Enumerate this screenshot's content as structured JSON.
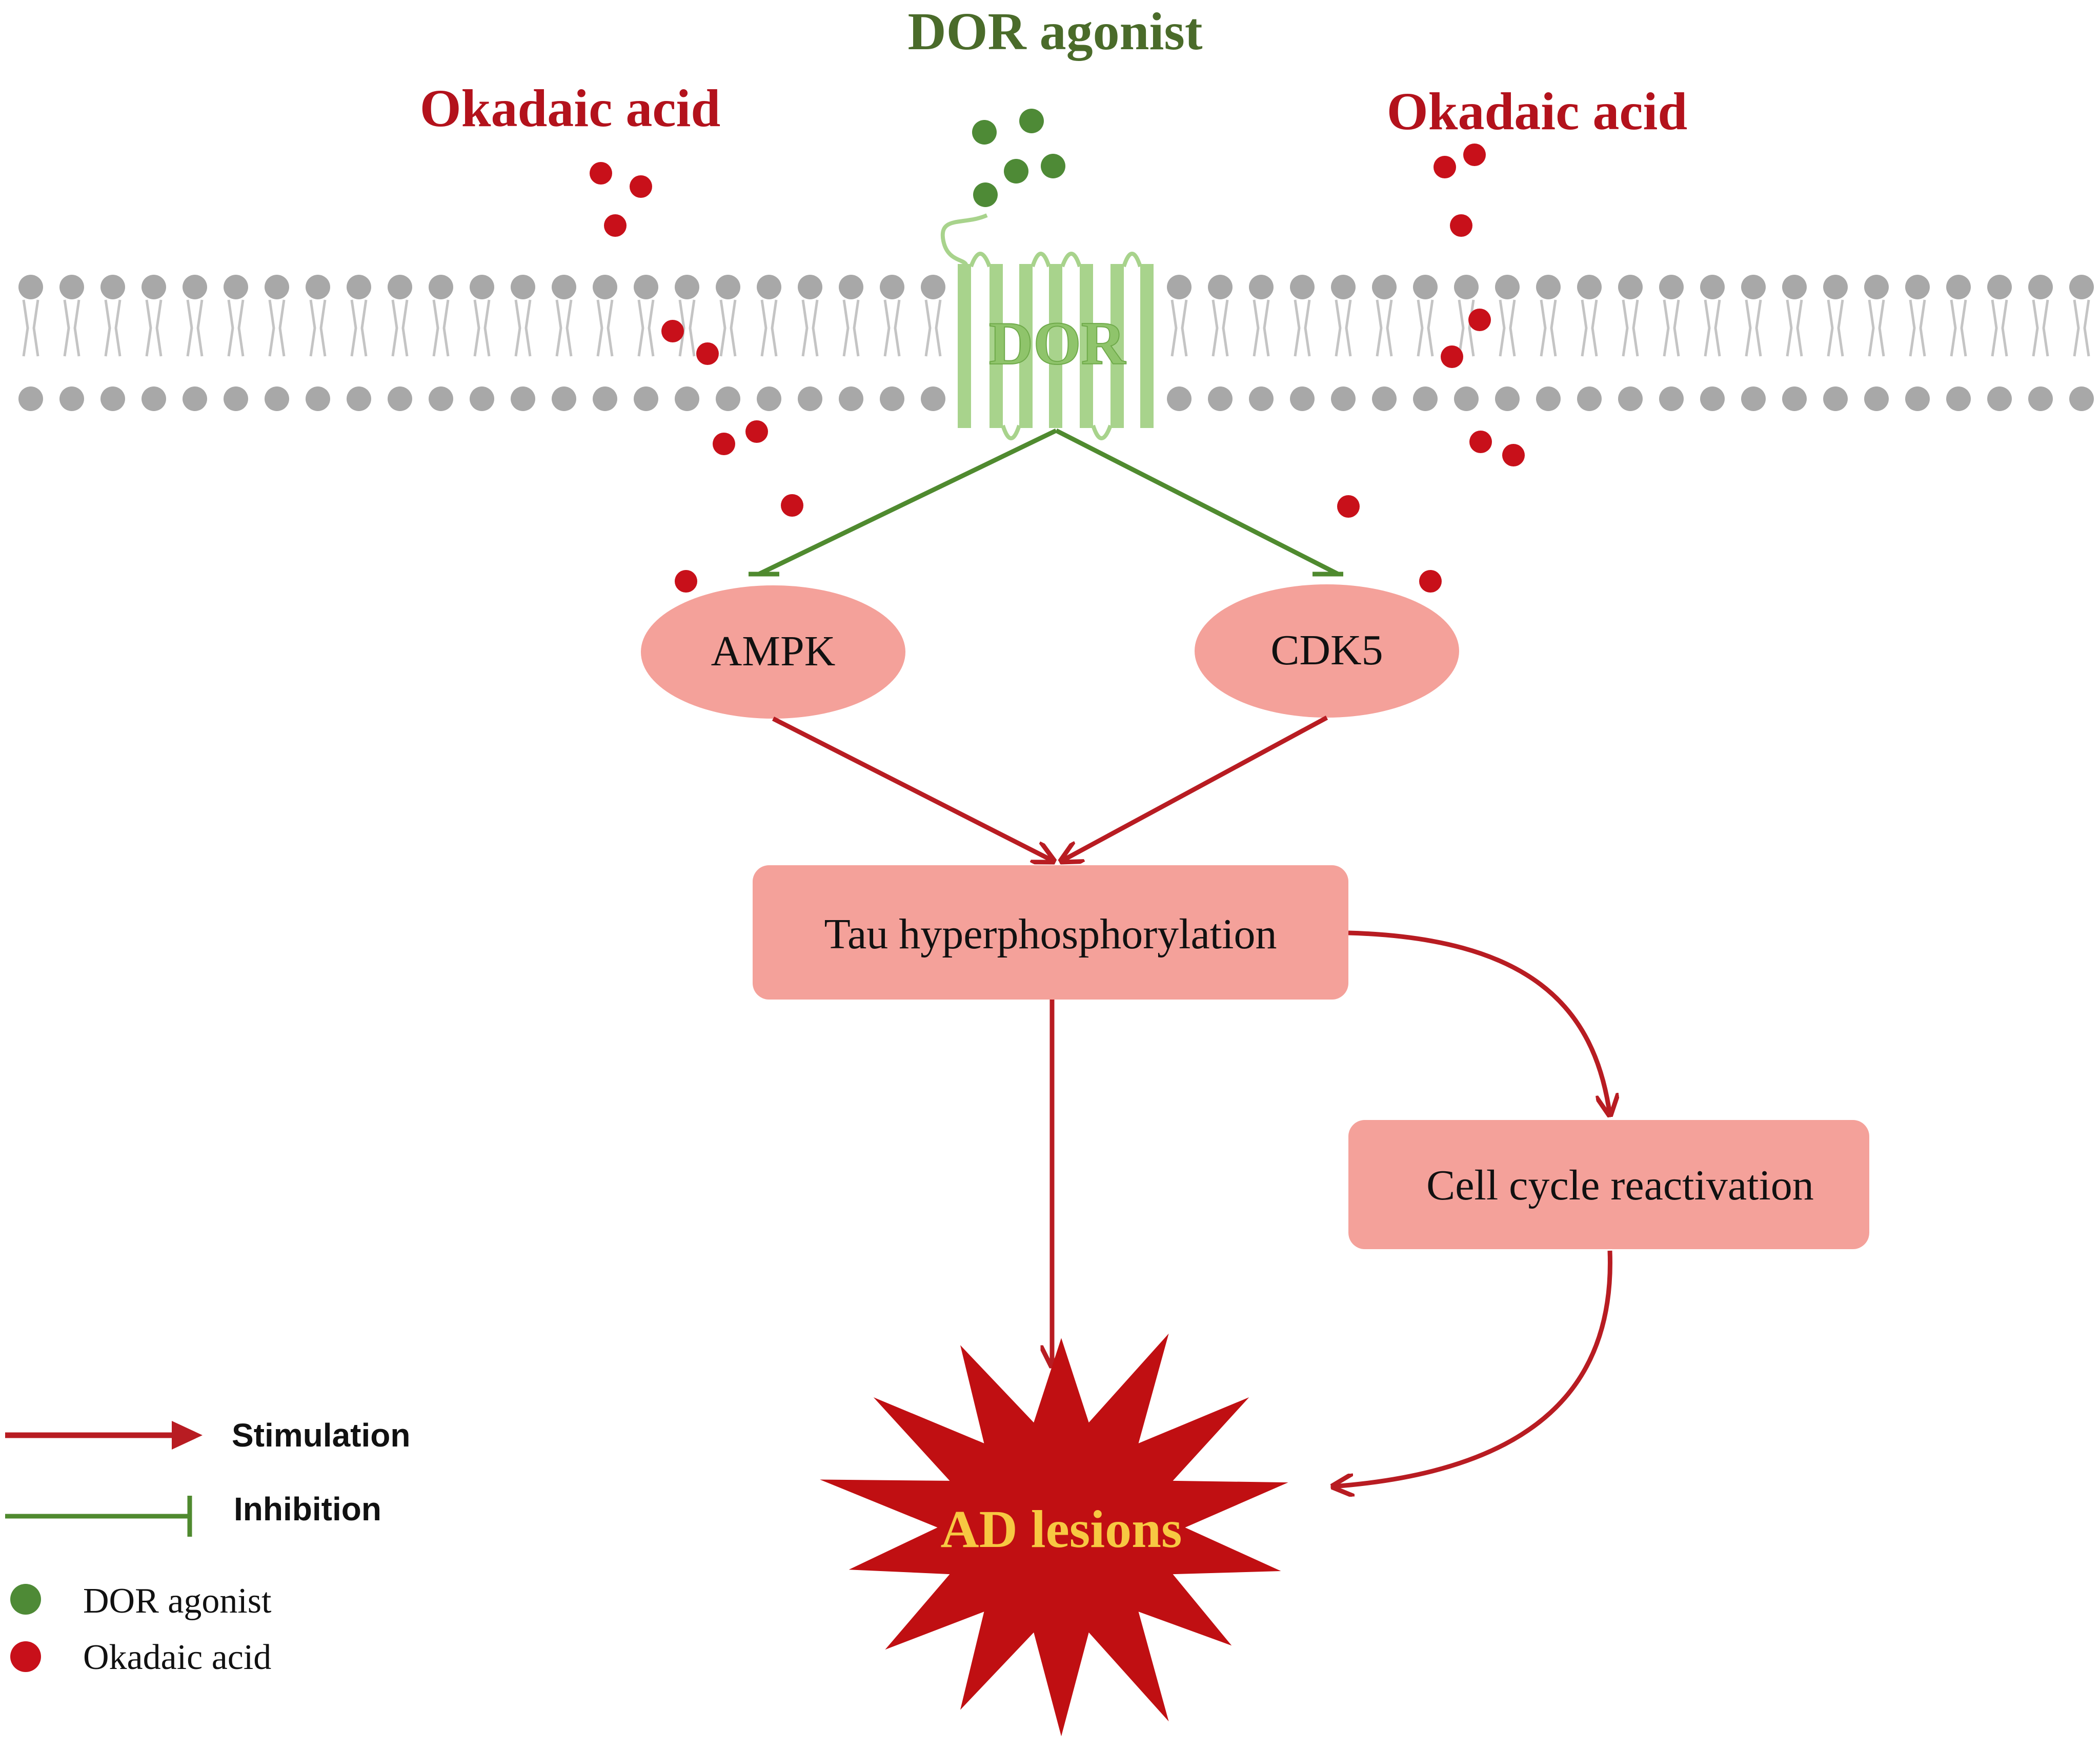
{
  "labels": {
    "dor_agonist_top": "DOR agonist",
    "okadaic_left": "Okadaic acid",
    "okadaic_right": "Okadaic acid",
    "receptor": "DOR",
    "ampk": "AMPK",
    "cdk5": "CDK5",
    "tau": "Tau hyperphosphorylation",
    "cell_cycle": "Cell cycle reactivation",
    "ad_lesions": "AD lesions"
  },
  "legend": {
    "stimulation": "Stimulation",
    "inhibition": "Inhibition",
    "dor_agonist": "DOR agonist",
    "okadaic_acid": "Okadaic acid"
  },
  "colors": {
    "stimulation": "#b81c22",
    "inhibition": "#4f8a2f",
    "agonist_dot": "#4e8a36",
    "okadaic_dot": "#c8101a",
    "receptor": "#a8d38c",
    "node_fill": "#f4a19a",
    "ad_star": "#c00f12",
    "ad_text": "#f7c842",
    "membrane_head": "#a8a8a8",
    "title_green": "#4a6b2a",
    "title_red": "#b3121c"
  }
}
